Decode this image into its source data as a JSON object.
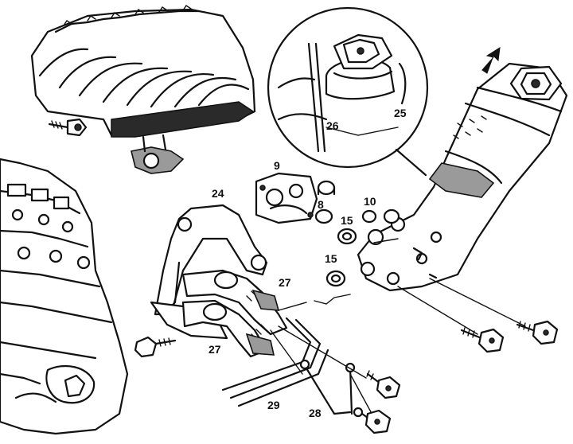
{
  "diagram": {
    "callouts": [
      {
        "id": "c9",
        "text": "9"
      },
      {
        "id": "c8",
        "text": "8"
      },
      {
        "id": "c10",
        "text": "10"
      },
      {
        "id": "c15a",
        "text": "15"
      },
      {
        "id": "c15b",
        "text": "15"
      },
      {
        "id": "c24",
        "text": "24"
      },
      {
        "id": "c25",
        "text": "25"
      },
      {
        "id": "c26",
        "text": "26"
      },
      {
        "id": "c27a",
        "text": "27"
      },
      {
        "id": "c27b",
        "text": "27"
      },
      {
        "id": "c28",
        "text": "28"
      },
      {
        "id": "c29",
        "text": "29"
      }
    ],
    "colors": {
      "ink": "#111111",
      "paper": "#ffffff"
    }
  }
}
